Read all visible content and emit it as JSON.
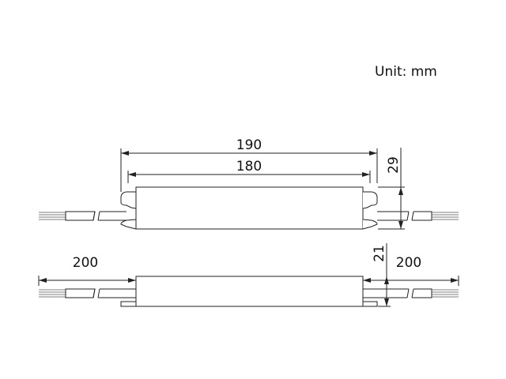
{
  "unit_label": "Unit: mm",
  "top_view": {
    "overall_length": "190",
    "body_length": "180",
    "height": "29"
  },
  "side_view": {
    "left_wire_length": "200",
    "right_wire_length": "200",
    "thickness": "21"
  }
}
